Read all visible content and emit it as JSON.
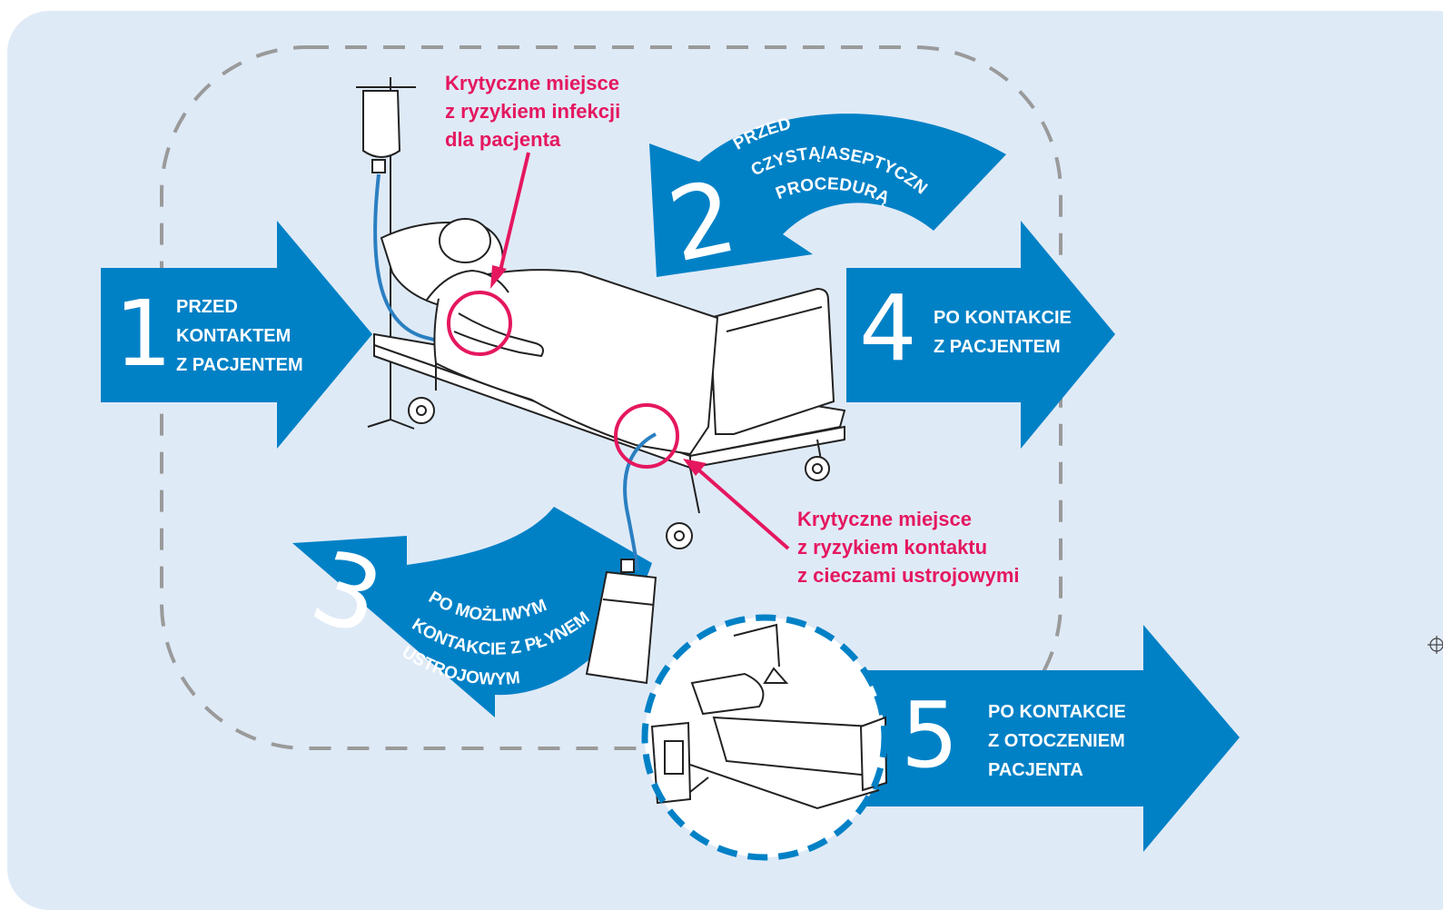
{
  "moments": [
    {
      "number": "1",
      "label": "PRZED\nKONTAKTEM\nZ PACJENTEM"
    },
    {
      "number": "2",
      "label_lines": [
        "PRZED",
        "CZYSTĄ/ASEPTYCZNĄ",
        "PROCEDURĄ"
      ]
    },
    {
      "number": "3",
      "label_lines": [
        "PO MOŻLIWYM",
        "KONTAKCIE Z PŁYNEM",
        "USTROJOWYM"
      ]
    },
    {
      "number": "4",
      "label": "PO KONTAKCIE\nZ PACJENTEM"
    },
    {
      "number": "5",
      "label": "PO KONTAKCIE\nZ OTOCZENIEM\nPACJENTA"
    }
  ],
  "critical_points": {
    "infection": "Krytyczne miejsce\nz ryzykiem infekcji\ndla pacjenta",
    "body_fluids": "Krytyczne miejsce\nz ryzykiem kontaktu\nz cieczami ustrojowymi"
  },
  "colors": {
    "background": "#dfeaf7",
    "arrow": "#0081c6",
    "critical": "#e5175f",
    "dashed_zone": "#9a9a9a"
  }
}
